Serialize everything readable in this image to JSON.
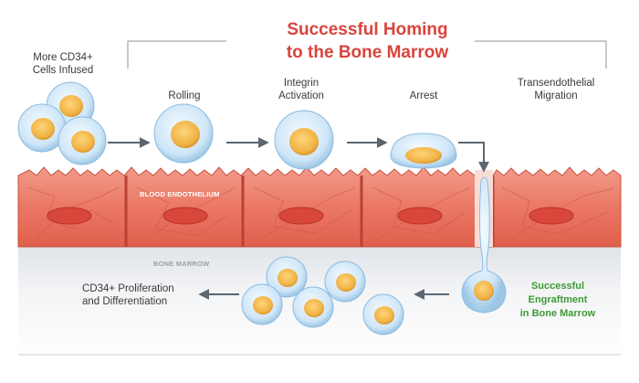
{
  "title": {
    "line1": "Successful Homing",
    "line2": "to the Bone Marrow"
  },
  "steps": {
    "infused_line1": "More CD34+",
    "infused_line2": "Cells Infused",
    "rolling": "Rolling",
    "integrin_line1": "Integrin",
    "integrin_line2": "Activation",
    "arrest": "Arrest",
    "migration_line1": "Transendothelial",
    "migration_line2": "Migration"
  },
  "layers": {
    "endothelium": "BLOOD ENDOTHELIUM",
    "marrow": "BONE MARROW"
  },
  "outcomes": {
    "proliferation_line1": "CD34+ Proliferation",
    "proliferation_line2": "and Differentiation",
    "engraftment_line1": "Successful",
    "engraftment_line2": "Engraftment",
    "engraftment_line3": "in Bone Marrow"
  },
  "colors": {
    "title_red": "#d9443c",
    "engraft_green": "#3d9a35",
    "tissue_red": "#e8705e",
    "cell_blue": "#cfe6f7",
    "nucleus_orange": "#f0b243",
    "marrow_grey": "#eef0f3",
    "arrow_grey": "#5b6670"
  }
}
